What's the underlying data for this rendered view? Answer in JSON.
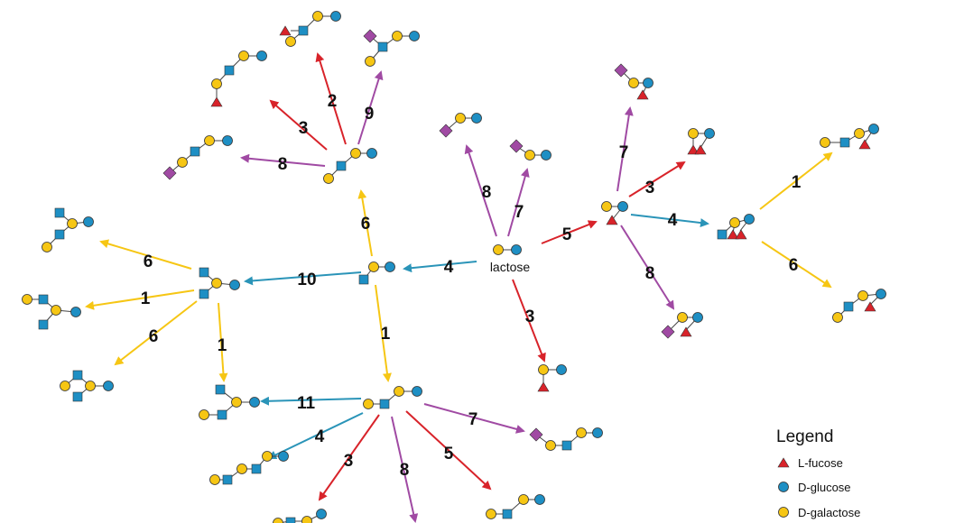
{
  "root_label": "lactose",
  "edge_labels": {
    "e_root_fuc2": "3",
    "e_root_gal_top": "7",
    "e_root_sia": "8",
    "e_root_fuc3": "5",
    "e_root_lnt2": "4",
    "e_fl_sia": "7",
    "e_fl_fuc": "3",
    "e_fl_sia2": "8",
    "e_fl_lnfp": "4",
    "e_lnfp_a": "1",
    "e_lnfp_b": "6",
    "e_lnt2_up": "6",
    "e_lnt2_branch": "10",
    "e_lnt2_down": "1",
    "e_up_fuc2": "2",
    "e_up_fuc3": "3",
    "e_up_sia": "9",
    "e_up_sia6": "8",
    "e_br_1": "6",
    "e_br_2": "1",
    "e_br_3": "6",
    "e_br_4": "1",
    "e_lnt_branch": "11",
    "e_lnt_sia": "7",
    "e_lnt_ext": "4",
    "e_lnt_fuc": "3",
    "e_lnt_sia8": "8",
    "e_lnt_fuc5": "5"
  },
  "legend": {
    "title": "Legend",
    "items": [
      "L-fucose",
      "D-glucose",
      "D-galactose"
    ]
  },
  "colors": {
    "glucose": "#1e8fc4",
    "galactose": "#f6c614",
    "glcnac": "#1e8fc4",
    "fucose": "#d8232a",
    "sialic": "#a04aa3",
    "arrow_red": "#d8232a",
    "arrow_purple": "#a04aa3",
    "arrow_blue": "#2a94b8",
    "arrow_yellow": "#f6c614"
  }
}
